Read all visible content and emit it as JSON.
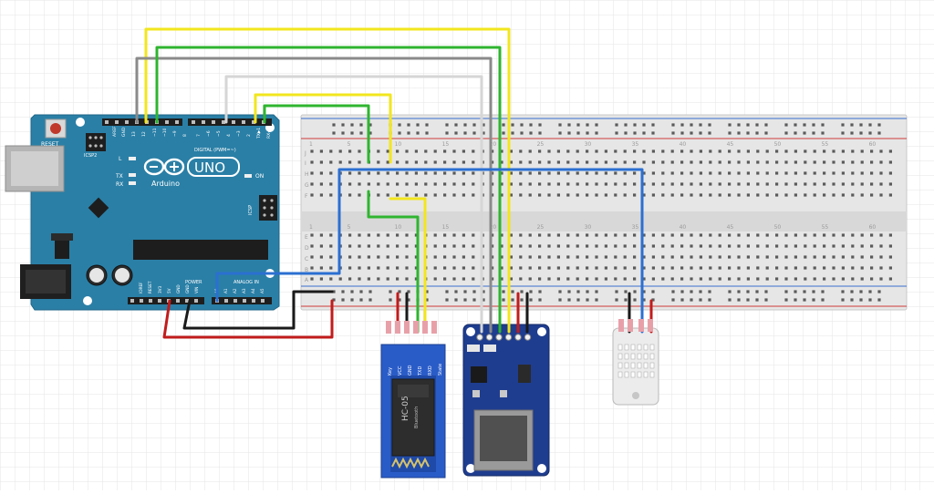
{
  "arduino": {
    "reset_label": "RESET",
    "icsp2_label": "ICSP2",
    "icsp_label": "ICSP",
    "led_l": "L",
    "led_tx": "TX",
    "led_rx": "RX",
    "on_label": "ON",
    "logo_text": "UNO",
    "brand_text": "Arduino",
    "digital_label": "DIGITAL (PWM=~)",
    "power_label": "POWER",
    "analog_label": "ANALOG IN",
    "aref_label": "AREF",
    "gnd_label": "GND",
    "pin_13": "13",
    "pin_12": "12",
    "pin_11": "~11",
    "pin_10": "~10",
    "pin_9": "~9",
    "pin_8": "8",
    "pin_7": "7",
    "pin_6": "~6",
    "pin_5": "~5",
    "pin_4": "4",
    "pin_3": "~3",
    "pin_2": "2",
    "pin_1": "TX▶1",
    "pin_0": "RX◀0",
    "pwr_ioref": "IOREF",
    "pwr_reset": "RESET",
    "pwr_3v3": "3V3",
    "pwr_5v": "5V",
    "pwr_gnd1": "GND",
    "pwr_gnd2": "GND",
    "pwr_vin": "VIN",
    "a0": "A0",
    "a1": "A1",
    "a2": "A2",
    "a3": "A3",
    "a4": "A4",
    "a5": "A5"
  },
  "breadboard": {
    "row_letters_top": [
      "J",
      "I",
      "H",
      "G",
      "F"
    ],
    "row_letters_bottom": [
      "E",
      "D",
      "C",
      "B",
      "A"
    ],
    "column_numbers": [
      "1",
      "5",
      "10",
      "15",
      "20",
      "25",
      "30",
      "35",
      "40",
      "45",
      "50",
      "55",
      "60"
    ]
  },
  "hc05": {
    "pins": [
      "Key",
      "VCC",
      "GND",
      "TXD",
      "RXD",
      "State"
    ],
    "model": "HC-05",
    "sub": "Bluetooth"
  },
  "colors": {
    "board": "#2a7fa6",
    "wire_yellow": "#f2e61d",
    "wire_green": "#2fb52f",
    "wire_gray": "#8a8a8a",
    "wire_white": "#d6d6d6",
    "wire_blue": "#2b6fd1",
    "wire_red": "#c21b1b",
    "wire_black": "#1a1a1a"
  }
}
